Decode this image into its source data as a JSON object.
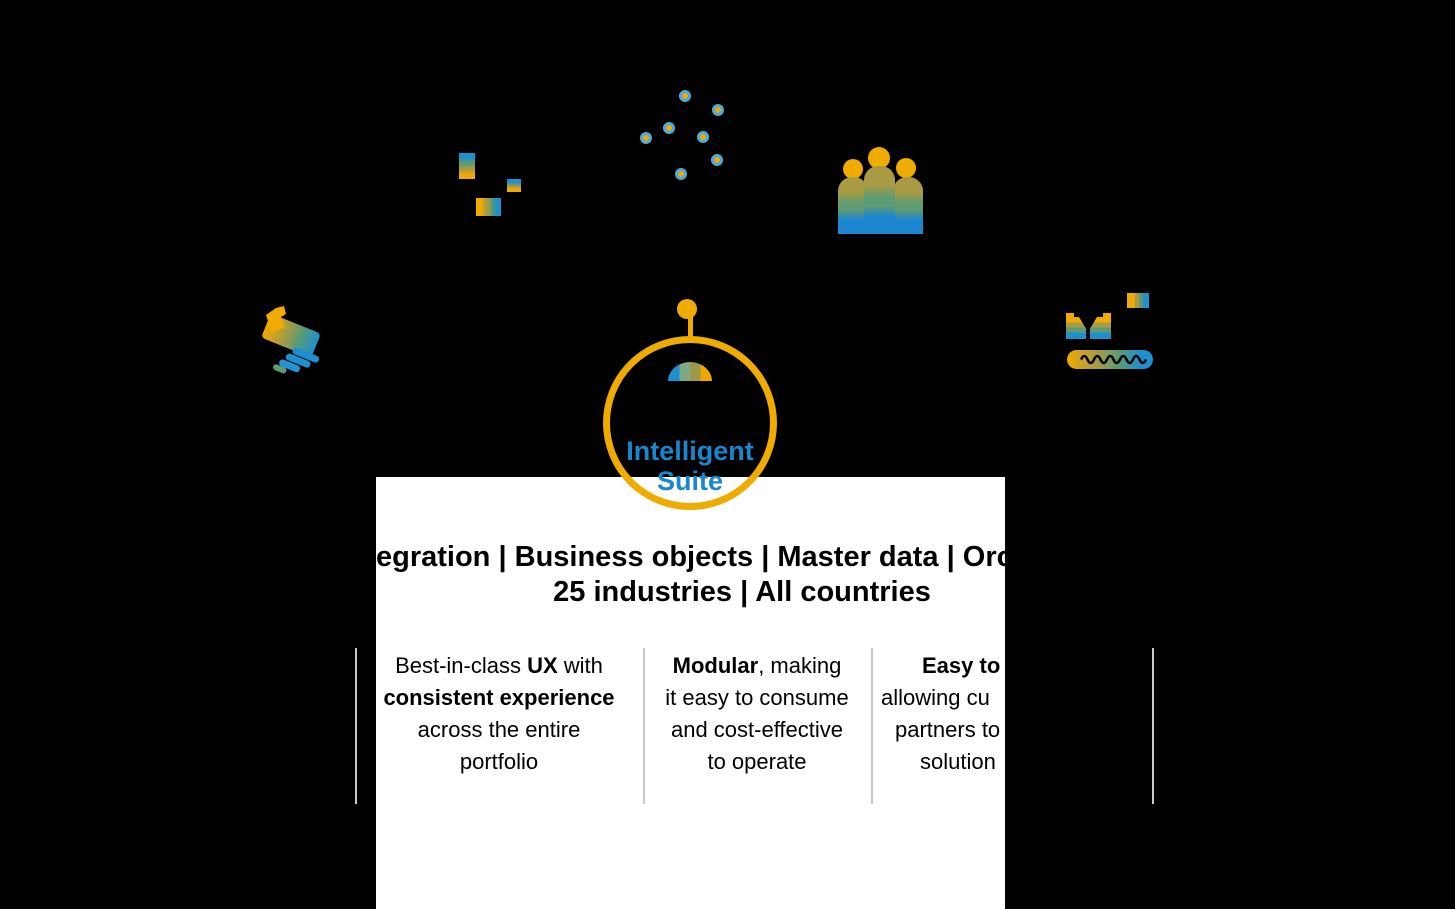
{
  "palette": {
    "gold": "#F0AB00",
    "olive": "#A89B44",
    "green": "#5E9B72",
    "blue": "#1E90D0",
    "dot_ring_blue": "#4FAADC",
    "hub_text_blue": "#1787CE",
    "divider_gray": "#C9C9C9",
    "panel_white": "#FFFFFF",
    "background": "#000000",
    "body_text": "#000000"
  },
  "hub": {
    "line1": "Intelligent",
    "line2": "Suite"
  },
  "banner": {
    "line1": "egration | Business objects | Master data | Orc",
    "line2": "25 industries | All countries"
  },
  "columns": {
    "ux": {
      "lines": [
        [
          {
            "t": "Best-in-class ",
            "bold": false
          },
          {
            "t": "UX",
            "bold": true
          },
          {
            "t": " with",
            "bold": false
          }
        ],
        [
          {
            "t": "consistent experience",
            "bold": true
          }
        ],
        [
          {
            "t": "across the entire",
            "bold": false
          }
        ],
        [
          {
            "t": "portfolio",
            "bold": false
          }
        ]
      ]
    },
    "modular": {
      "lines": [
        [
          {
            "t": "Modular",
            "bold": true
          },
          {
            "t": ", making",
            "bold": false
          }
        ],
        [
          {
            "t": "it easy to consume",
            "bold": false
          }
        ],
        [
          {
            "t": "and cost-effective",
            "bold": false
          }
        ],
        [
          {
            "t": "to operate",
            "bold": false
          }
        ]
      ]
    },
    "extend": {
      "lines": [
        [
          {
            "t": "Easy to",
            "bold": true
          }
        ],
        [
          {
            "t": "allowing cu",
            "bold": false
          }
        ],
        [
          {
            "t": "partners to",
            "bold": false
          }
        ],
        [
          {
            "t": "solution",
            "bold": false
          }
        ]
      ]
    }
  },
  "icons": {
    "left": "handshake-icon",
    "top_left": "stacked-bars-icon",
    "top_center": "network-dots-icon",
    "top_right": "people-group-icon",
    "right": "robot-icon",
    "hub_pin": "pin-icon",
    "hub_dome": "dome-icon"
  }
}
